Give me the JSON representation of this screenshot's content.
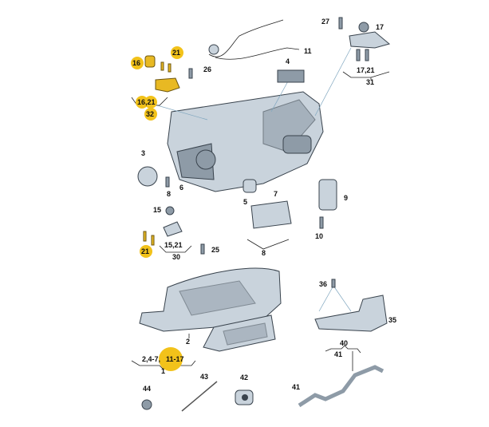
{
  "diagram": {
    "title": "Headlight assembly exploded parts diagram",
    "highlight_color": "#f2c21a",
    "labels": {
      "l27": "27",
      "l17a": "17",
      "l11": "11",
      "l16": "16",
      "l21a": "21",
      "l26": "26",
      "l4": "4",
      "l1721": "17,21",
      "l31": "31",
      "l1621": "16,21",
      "l32": "32",
      "l3": "3",
      "l8a": "8",
      "l6": "6",
      "l5": "5",
      "l7": "7",
      "l9": "9",
      "l15": "15",
      "l10": "10",
      "l21b": "21",
      "l1521": "15,21",
      "l30": "30",
      "l25": "25",
      "l8b": "8",
      "l36": "36",
      "l35": "35",
      "l2": "2",
      "l247": "2,4-7,",
      "l1117": "11-17",
      "l1": "1",
      "l40": "40",
      "l41a": "41",
      "l44": "44",
      "l43": "43",
      "l42": "42",
      "l41b": "41"
    }
  }
}
